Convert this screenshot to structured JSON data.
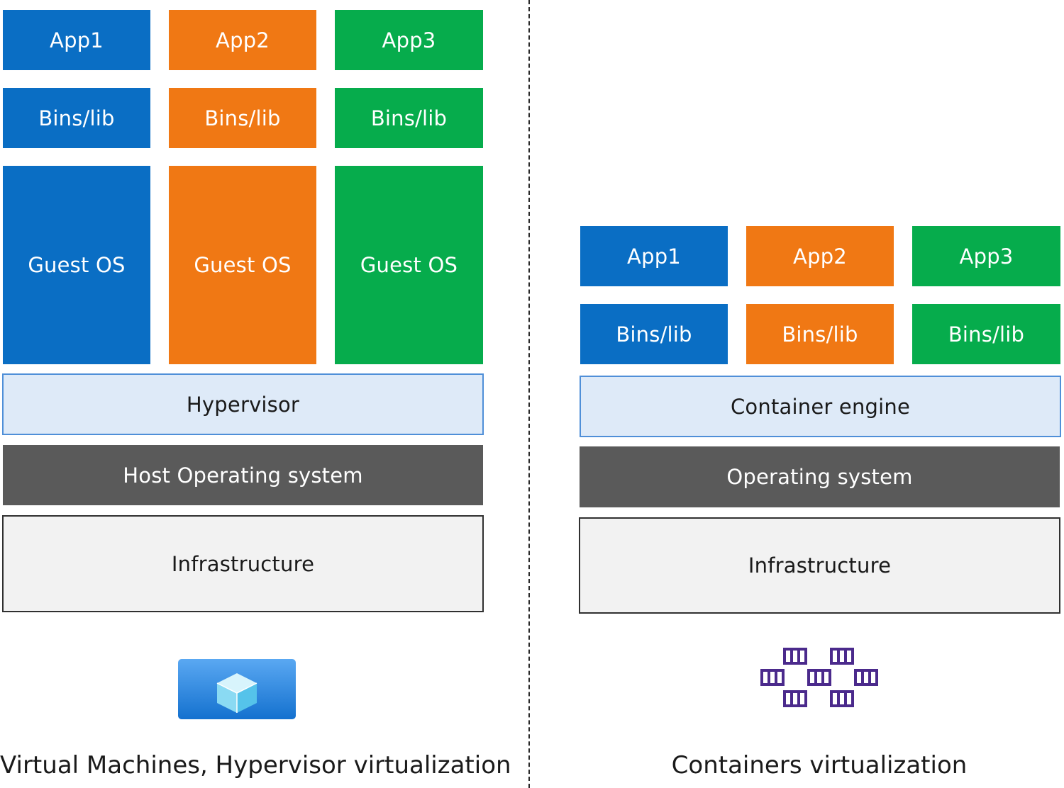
{
  "vm_stack": {
    "apps": [
      "App1",
      "App2",
      "App3"
    ],
    "bins": [
      "Bins/lib",
      "Bins/lib",
      "Bins/lib"
    ],
    "guest_os": [
      "Guest OS",
      "Guest OS",
      "Guest OS"
    ],
    "hypervisor": "Hypervisor",
    "host_os": "Host Operating system",
    "infrastructure": "Infrastructure",
    "icon": "virtual-machine-cube-icon",
    "caption": "Virtual Machines, Hypervisor virtualization"
  },
  "container_stack": {
    "apps": [
      "App1",
      "App2",
      "App3"
    ],
    "bins": [
      "Bins/lib",
      "Bins/lib",
      "Bins/lib"
    ],
    "engine": "Container engine",
    "os": "Operating system",
    "infrastructure": "Infrastructure",
    "icon": "containers-icon",
    "caption": "Containers virtualization"
  },
  "colors": {
    "app1": "#0a6ec4",
    "app2": "#f07814",
    "app3": "#06ac4c",
    "engine_fill": "#deeaf8",
    "os_fill": "#5a5a5a",
    "infra_fill": "#f2f2f2",
    "icon_purple": "#4b2a8c"
  }
}
